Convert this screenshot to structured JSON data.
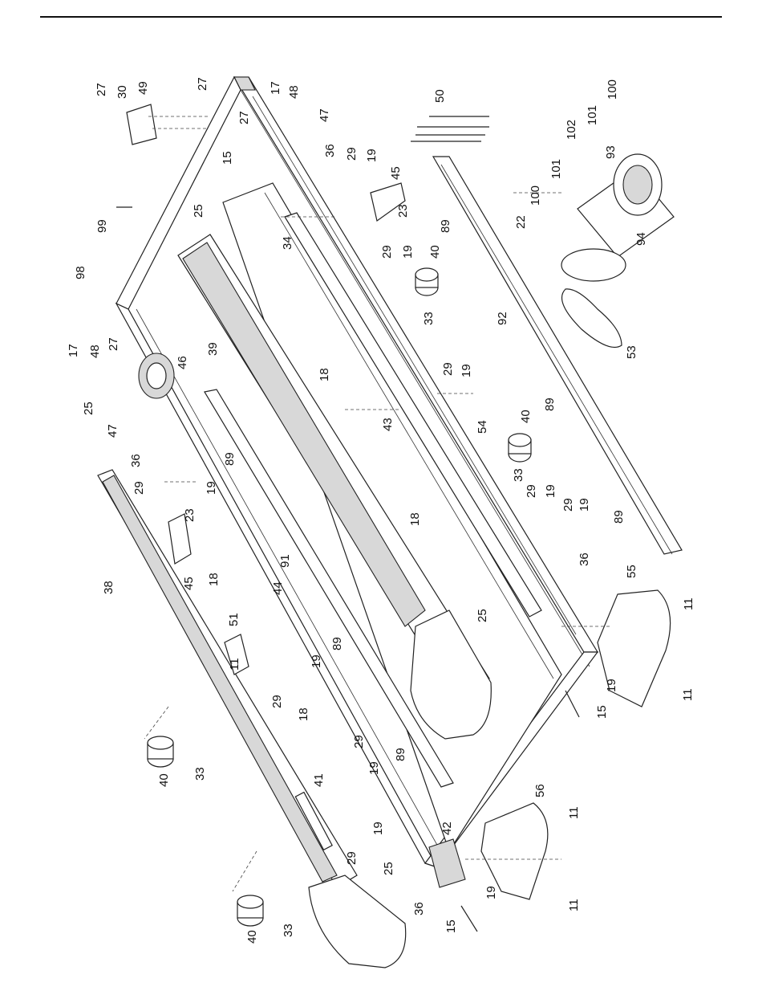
{
  "labels": {
    "p27a": "27",
    "p30": "30",
    "p49": "49",
    "p27b": "27",
    "p17a": "17",
    "p48a": "48",
    "p47a": "47",
    "p27c": "27",
    "p15a": "15",
    "p36a": "36",
    "p29a": "29",
    "p19a": "19",
    "p45a": "45",
    "p23a": "23",
    "p25a": "25",
    "p99": "99",
    "p34": "34",
    "p98": "98",
    "p17b": "17",
    "p48b": "48",
    "p27d": "27",
    "p46": "46",
    "p39": "39",
    "p18a": "18",
    "p29b": "29",
    "p19b": "19",
    "p40a": "40",
    "p33a": "33",
    "p25b": "25",
    "p47b": "47",
    "p36b": "36",
    "p29c": "29",
    "p19c": "19",
    "p89a": "89",
    "p23b": "23",
    "p45b": "45",
    "p18b": "18",
    "p38": "38",
    "p91": "91",
    "p44": "44",
    "p43": "43",
    "p29d": "29",
    "p19d": "19",
    "p54": "54",
    "p40b": "40",
    "p33b": "33",
    "p29e": "29",
    "p19e": "19",
    "p18c": "18",
    "p29f": "29",
    "p19f": "19",
    "p51": "51",
    "p11a": "11",
    "p19g": "19",
    "p29g": "29",
    "p18d": "18",
    "p89b": "89",
    "p29h": "29",
    "p19h": "19",
    "p89c": "89",
    "p41": "41",
    "p29i": "29",
    "p19i": "19",
    "p25c": "25",
    "p36c": "36",
    "p42": "42",
    "p40c": "40",
    "p33c": "33",
    "p40d": "40",
    "p33d": "33",
    "p19j": "19",
    "p15b": "15",
    "p56": "56",
    "p11b": "11",
    "p11c": "11",
    "p50": "50",
    "p100a": "100",
    "p101a": "101",
    "p102": "102",
    "p93": "93",
    "p101b": "101",
    "p100b": "100",
    "p22": "22",
    "p94": "94",
    "p89d": "89",
    "p92": "92",
    "p53": "53",
    "p89e": "89",
    "p89f": "89",
    "p36d": "36",
    "p25d": "25",
    "p55": "55",
    "p11d": "11",
    "p11e": "11",
    "p19k": "19",
    "p15c": "15"
  }
}
